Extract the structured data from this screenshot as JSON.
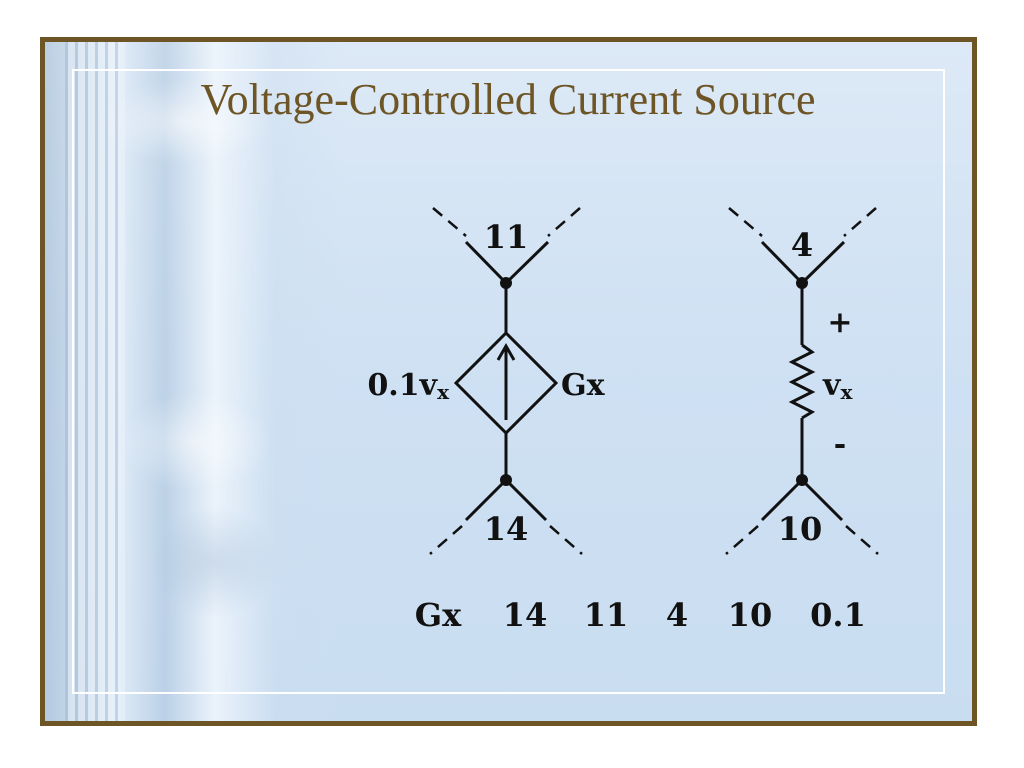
{
  "slide": {
    "title": "Voltage-Controlled Current Source"
  },
  "source_element": {
    "top_node": "11",
    "bottom_node": "14",
    "gain_label": "0.1v",
    "gain_subscript": "x",
    "name_label": "Gx"
  },
  "control_element": {
    "top_node": "4",
    "bottom_node": "10",
    "plus_sign": "+",
    "minus_sign": "-",
    "voltage_label": "v",
    "voltage_subscript": "x"
  },
  "netlist": [
    "Gx",
    "14",
    "11",
    "4",
    "10",
    "0.1"
  ],
  "colors": {
    "title": "#6e5526",
    "border": "#6e5526",
    "background": "#cfe1f3",
    "ink": "#111111"
  }
}
